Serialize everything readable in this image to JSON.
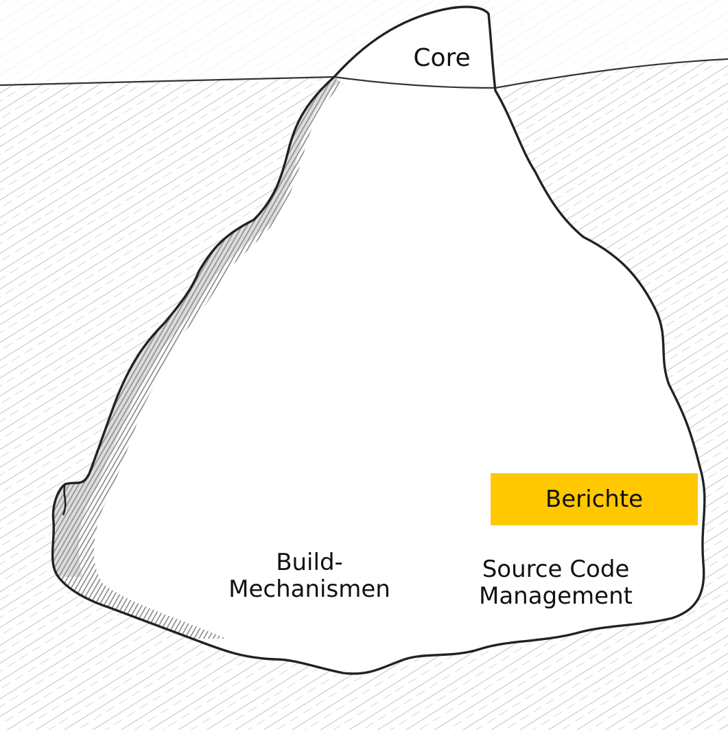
{
  "diagram": {
    "labels": {
      "core": "Core",
      "build_line1": "Build-",
      "build_line2": "Mechanismen",
      "scm_line1": "Source Code",
      "scm_line2": "Management",
      "berichte": "Berichte"
    },
    "colors": {
      "highlight": "#ffc800",
      "outline": "#222222",
      "shading": "#8a8a8a",
      "hatching": "#b4b4b4",
      "background": "#ffffff"
    }
  }
}
